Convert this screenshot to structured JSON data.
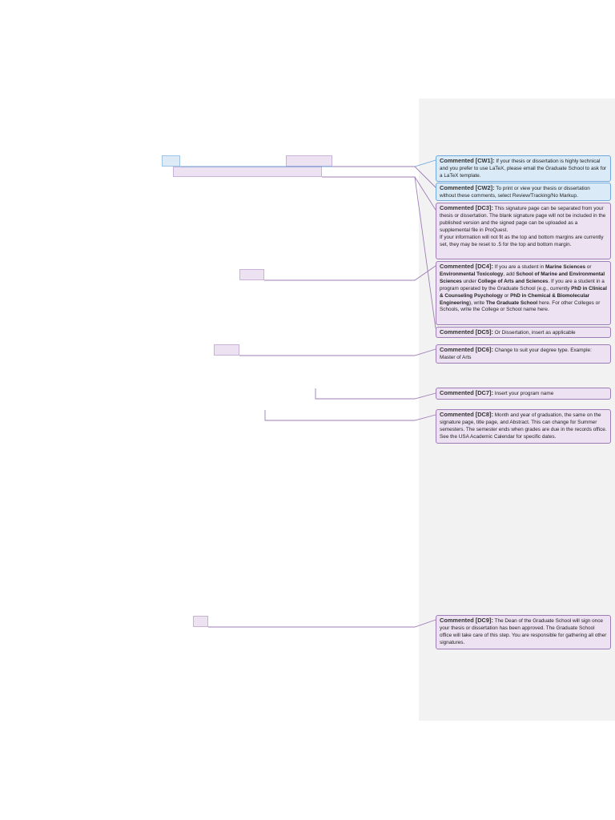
{
  "comments": [
    {
      "id": "CW1",
      "label": "Commented [CW1]:",
      "text": "If your thesis or dissertation is highly technical and you prefer to use LaTeX, please email the Graduate School to ask for a LaTeX template."
    },
    {
      "id": "CW2",
      "label": "Commented [CW2]:",
      "text": "To print or view your thesis or dissertation without these comments, select Review/Tracking/No Markup."
    },
    {
      "id": "DC3",
      "label": "Commented [DC3]:",
      "text": "This signature page can be separated from your thesis or dissertation. The blank signature page will not be included in the published version and the signed page can be uploaded as a supplemental file in ProQuest.",
      "text2": "If your information will not fit as the top and bottom margins are currently set, they may be reset to .5 for the top and bottom margin."
    },
    {
      "id": "DC4",
      "label": "Commented [DC4]:",
      "t1": "If you are a student in",
      "b1": "Marine Sciences",
      "t2": "or",
      "b2": "Environmental Toxicology",
      "t3": ", add",
      "b3": "School of Marine and Environmental Sciences",
      "t4": "under",
      "b4": "College of Arts and Sciences",
      "t5": ". If you are a student in a program operated by the Graduate School (e.g., currently",
      "b5": "PhD in Clinical & Counseling Psychology",
      "t6": "or",
      "b6": "PhD in Chemical & Biomolecular Engineering",
      "t7": "), write",
      "b7": "The Graduate School",
      "t8": "here. For other Colleges or Schools, write the College or School name here."
    },
    {
      "id": "DC5",
      "label": "Commented [DC5]:",
      "text": "Or Dissertation, insert as applicable"
    },
    {
      "id": "DC6",
      "label": "Commented [DC6]:",
      "text": "Change to suit your degree type. Example: Master of Arts"
    },
    {
      "id": "DC7",
      "label": "Commented [DC7]:",
      "text": "Insert your program name"
    },
    {
      "id": "DC8",
      "label": "Commented [DC8]:",
      "text": "Month and year of graduation, the same on the signature page, title page, and Abstract. This can change for Summer semesters. The semester ends when grades are due in the records office. See the USA Academic Calendar for specific dates."
    },
    {
      "id": "DC9",
      "label": "Commented [DC9]:",
      "text": "The Dean of the Graduate School will sign once your thesis or dissertation has been approved. The Graduate School office will take care of this step. You are responsible for gathering all other signatures."
    }
  ],
  "colors": {
    "author_cw": "#6fa8dc",
    "author_dc": "#9e7cb5",
    "markup_pane": "#f2f2f2"
  }
}
